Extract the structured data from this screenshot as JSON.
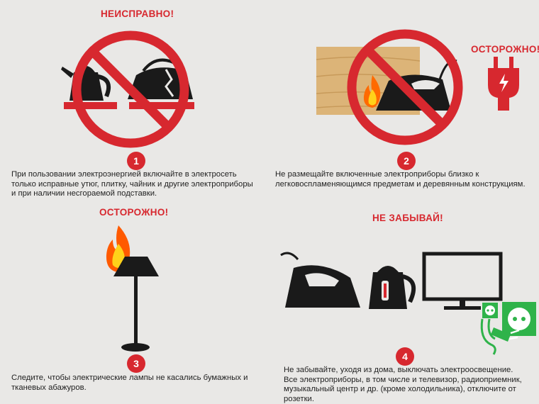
{
  "panels": [
    {
      "warning": "НЕИСПРАВНО!",
      "number": "1",
      "caption_lines": [
        "При пользовании электроэнергией включайте в электросеть",
        "только исправные утюг, плитку, чайник и другие электроприборы",
        "и при наличии несгораемой подставки."
      ]
    },
    {
      "warning": "ОСТОРОЖНО!",
      "number": "2",
      "caption_lines": [
        "Не размещайте включенные электроприборы близко к",
        "легковоспламеняющимся предметам и деревянным конструкциям."
      ]
    },
    {
      "warning": "ОСТОРОЖНО!",
      "number": "3",
      "caption_lines": [
        "Следите, чтобы электрические лампы не касались бумажных и",
        "тканевых абажуров."
      ]
    },
    {
      "warning": "НЕ ЗАБЫВАЙ!",
      "number": "4",
      "caption_lines": [
        "Не забывайте, уходя из дома, выключать электроосвещение.",
        "Все электроприборы, в том числе и телевизор, радиоприемник,",
        "музыкальный центр и др. (кроме холодильника), отключите от",
        "розетки."
      ]
    }
  ],
  "colors": {
    "accent": "#d7282f",
    "ink": "#1a1a1a",
    "background": "#e9e8e6",
    "socket": "#2fb34a"
  },
  "icons": [
    "prohibition-sign-icon",
    "kettle-icon",
    "broken-iron-icon",
    "wood-board-icon",
    "fire-icon",
    "plug-icon",
    "floor-lamp-icon",
    "tv-icon",
    "socket-icon"
  ]
}
